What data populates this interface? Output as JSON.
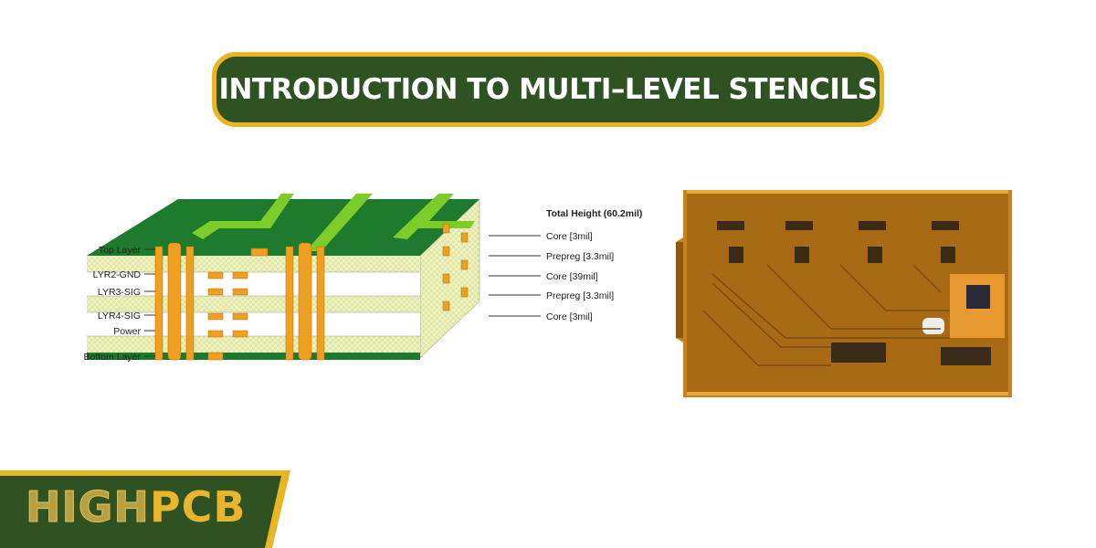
{
  "title": "INTRODUCTION TO MULTI–LEVEL STENCILS",
  "stackup": {
    "left_labels": [
      "Top Layer",
      "LYR2-GND",
      "LYR3-SIG",
      "LYR4-SIG",
      "Power",
      "Bottom Layer"
    ],
    "total_height": "Total Height (60.2mil)",
    "right_labels": [
      "Core [3mil]",
      "Prepreg [3.3mil]",
      "Core [39mil]",
      "Prepreg [3.3mil]",
      "Core [3mil]"
    ]
  },
  "logo": {
    "part1": "HIGH",
    "part2": "PCB"
  },
  "colors": {
    "banner_fill": "#2f5223",
    "banner_border": "#e9b522",
    "pcb_green": "#1f7a2a",
    "trace_green": "#7ccc2a",
    "copper": "#f0a020",
    "board_orange": "#c8821c"
  }
}
